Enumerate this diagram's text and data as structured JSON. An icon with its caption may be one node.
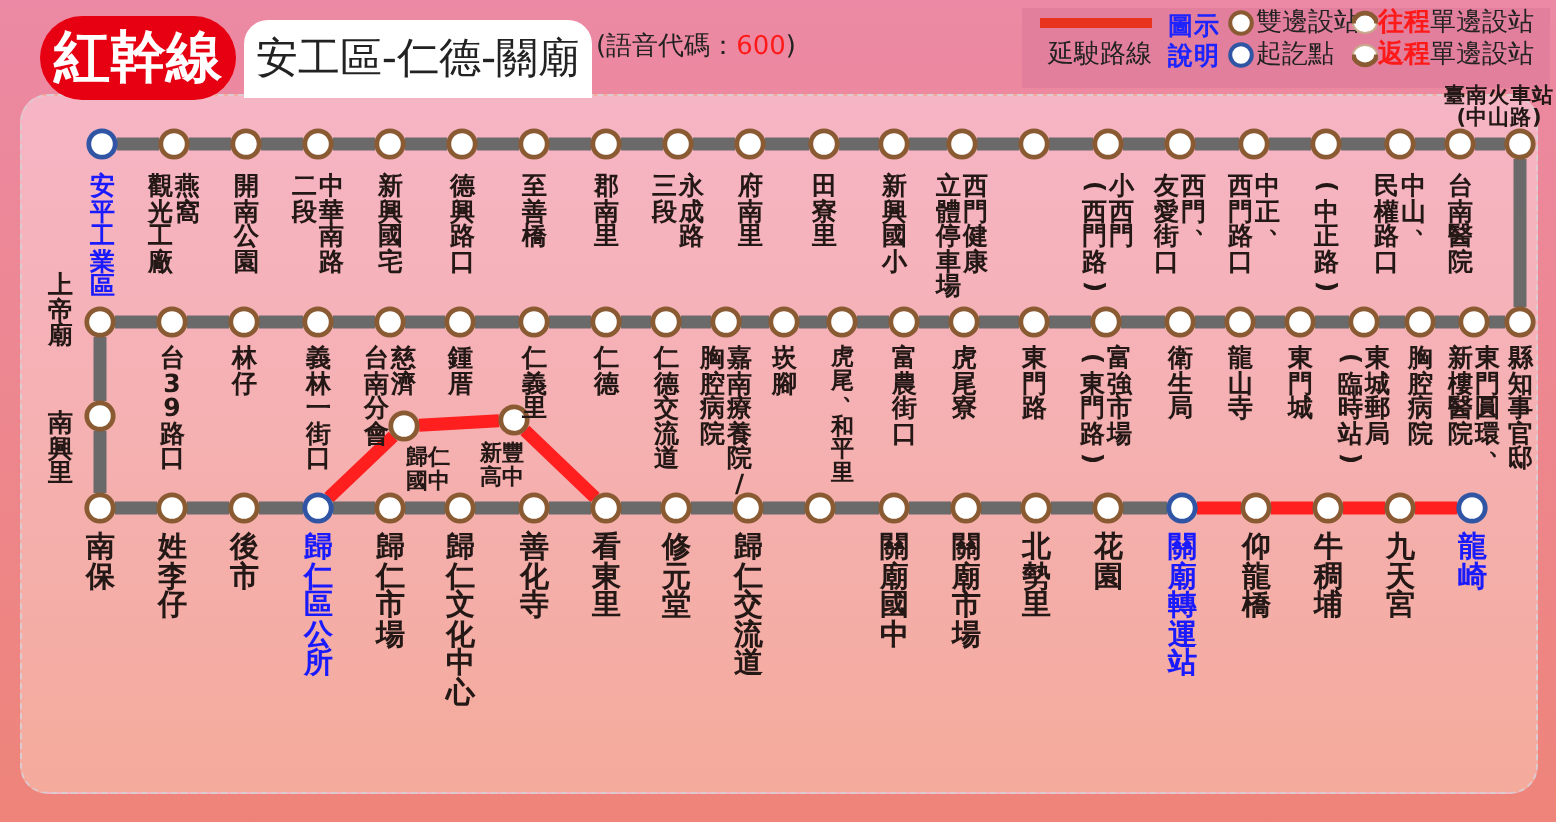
{
  "diagram": {
    "title": "紅幹線",
    "nodes": [
      {
        "text": [],
        "shape": "circle",
        "beside": [
          "安平工業區"
        ]
      },
      {
        "text": [],
        "shape": "circle",
        "beside": [
          "燕窩觀光工廠"
        ]
      },
      {
        "text": [],
        "shape": "circle",
        "beside": [
          "開南公園"
        ]
      },
      {
        "text": [],
        "shape": "circle",
        "beside": [
          "中華南路二段"
        ]
      },
      {
        "text": [],
        "shape": "circle",
        "beside": [
          "新興國宅"
        ]
      },
      {
        "text": [],
        "shape": "circle",
        "beside": [
          "德興路口"
        ]
      },
      {
        "text": [],
        "shape": "circle",
        "beside": [
          "至善橋"
        ]
      },
      {
        "text": [],
        "shape": "circle",
        "beside": [
          "郡南里"
        ]
      },
      {
        "text": [],
        "shape": "circle",
        "beside": [
          "永成路三段"
        ]
      },
      {
        "text": [],
        "shape": "circle",
        "beside": [
          "府南里"
        ]
      },
      {
        "text": [],
        "shape": "circle",
        "beside": [
          "田寮里"
        ]
      },
      {
        "text": [],
        "shape": "circle",
        "beside": [
          "新興國小"
        ]
      },
      {
        "text": [],
        "shape": "circle",
        "beside": [
          "西門健康立體停車場"
        ]
      },
      {
        "text": [],
        "shape": "circle"
      },
      {
        "text": [],
        "shape": "circle",
        "beside": [
          "小西門(西門路)"
        ]
      },
      {
        "text": [],
        "shape": "circle",
        "beside": [
          "西門、友愛街口"
        ]
      },
      {
        "text": [],
        "shape": "circle",
        "beside": [
          "中正、西門路口"
        ]
      },
      {
        "text": [],
        "shape": "circle",
        "beside": [
          "(中正路)"
        ]
      },
      {
        "text": [],
        "shape": "circle",
        "beside": [
          "中山、民權路口"
        ]
      },
      {
        "text": [],
        "shape": "circle",
        "beside": [
          "台南醫院"
        ]
      },
      {
        "text": [],
        "shape": "circle",
        "beside": [
          "臺南火車站(中山路)"
        ]
      },
      {
        "text": [],
        "shape": "circle",
        "beside": [
          "上帝廟"
        ]
      },
      {
        "text": [],
        "shape": "circle",
        "beside": [
          "台39路口"
        ]
      },
      {
        "text": [],
        "shape": "circle",
        "beside": [
          "林仔"
        ]
      },
      {
        "text": [],
        "shape": "circle",
        "beside": [
          "義林一街口"
        ]
      },
      {
        "text": [],
        "shape": "circle",
        "beside": [
          "慈濟台南分會"
        ]
      },
      {
        "text": [],
        "shape": "circle",
        "beside": [
          "鍾厝"
        ]
      },
      {
        "text": [],
        "shape": "circle",
        "beside": [
          "仁義里"
        ]
      },
      {
        "text": [],
        "shape": "circle",
        "beside": [
          "仁德"
        ]
      },
      {
        "text": [],
        "shape": "circle",
        "beside": [
          "仁德交流道"
        ]
      },
      {
        "text": [],
        "shape": "circle",
        "beside": [
          "嘉南療養院/胸腔病院"
        ]
      },
      {
        "text": [],
        "shape": "circle",
        "beside": [
          "崁腳"
        ]
      },
      {
        "text": [],
        "shape": "circle",
        "beside": [
          "虎尾、和平里"
        ]
      },
      {
        "text": [],
        "shape": "circle",
        "beside": [
          "富農街口"
        ]
      },
      {
        "text": [],
        "shape": "circle",
        "beside": [
          "虎尾寮"
        ]
      },
      {
        "text": [],
        "shape": "circle",
        "beside": [
          "東門路"
        ]
      },
      {
        "text": [],
        "shape": "circle",
        "beside": [
          "富強市場(東門路)"
        ]
      },
      {
        "text": [],
        "shape": "circle",
        "beside": [
          "衛生局"
        ]
      },
      {
        "text": [],
        "shape": "circle",
        "beside": [
          "龍山寺"
        ]
      },
      {
        "text": [],
        "shape": "circle",
        "beside": [
          "東門城"
        ]
      },
      {
        "text": [],
        "shape": "circle",
        "beside": [
          "東城郵局(臨時站)"
        ]
      },
      {
        "text": [],
        "shape": "circle",
        "beside": [
          "胸腔病院"
        ]
      },
      {
        "text": [],
        "shape": "circle",
        "beside": [
          "東門圓環、新樓醫院"
        ]
      },
      {
        "text": [],
        "shape": "circle",
        "beside": [
          "縣知事官邸"
        ]
      },
      {
        "text": [],
        "shape": "circle",
        "beside": [
          "南興里"
        ]
      },
      {
        "text": [],
        "shape": "circle",
        "beside": [
          "歸仁國中"
        ]
      },
      {
        "text": [],
        "shape": "circle",
        "beside": [
          "新豐高中"
        ]
      },
      {
        "text": [],
        "shape": "circle",
        "beside": [
          "南保"
        ]
      },
      {
        "text": [],
        "shape": "circle",
        "beside": [
          "姓李仔"
        ]
      },
      {
        "text": [],
        "shape": "circle",
        "beside": [
          "後市"
        ]
      },
      {
        "text": [],
        "shape": "circle",
        "beside": [
          "歸仁區公所"
        ]
      },
      {
        "text": [],
        "shape": "circle",
        "beside": [
          "歸仁市場"
        ]
      },
      {
        "text": [],
        "shape": "circle",
        "beside": [
          "歸仁文化中心"
        ]
      },
      {
        "text": [],
        "shape": "circle",
        "beside": [
          "善化寺"
        ]
      },
      {
        "text": [],
        "shape": "circle",
        "beside": [
          "看東里"
        ]
      },
      {
        "text": [],
        "shape": "circle",
        "beside": [
          "修元堂"
        ]
      },
      {
        "text": [],
        "shape": "circle",
        "beside": [
          "歸仁交流道"
        ]
      },
      {
        "text": [],
        "shape": "circle"
      },
      {
        "text": [],
        "shape": "circle",
        "beside": [
          "關廟國中"
        ]
      },
      {
        "text": [],
        "shape": "circle",
        "beside": [
          "關廟市場"
        ]
      },
      {
        "text": [],
        "shape": "circle",
        "beside": [
          "北勢里"
        ]
      },
      {
        "text": [],
        "shape": "circle",
        "beside": [
          "花園"
        ]
      },
      {
        "text": [],
        "shape": "circle",
        "beside": [
          "關廟轉運站"
        ]
      },
      {
        "text": [],
        "shape": "circle",
        "beside": [
          "仰龍橋"
        ]
      },
      {
        "text": [],
        "shape": "circle",
        "beside": [
          "牛稠埔"
        ]
      },
      {
        "text": [],
        "shape": "circle",
        "beside": [
          "九天宮"
        ]
      },
      {
        "text": [],
        "shape": "circle",
        "beside": [
          "龍崎"
        ]
      }
    ],
    "edges": [
      {
        "from": 0,
        "to": 1,
        "arrow": "none"
      },
      {
        "from": 1,
        "to": 2,
        "arrow": "none"
      },
      {
        "from": 2,
        "to": 3,
        "arrow": "none"
      },
      {
        "from": 3,
        "to": 4,
        "arrow": "none"
      },
      {
        "from": 4,
        "to": 5,
        "arrow": "none"
      },
      {
        "from": 5,
        "to": 6,
        "arrow": "none"
      },
      {
        "from": 6,
        "to": 7,
        "arrow": "none"
      },
      {
        "from": 7,
        "to": 8,
        "arrow": "none"
      },
      {
        "from": 8,
        "to": 9,
        "arrow": "none"
      },
      {
        "from": 9,
        "to": 10,
        "arrow": "none"
      },
      {
        "from": 10,
        "to": 11,
        "arrow": "none"
      },
      {
        "from": 11,
        "to": 12,
        "arrow": "none"
      },
      {
        "from": 12,
        "to": 13,
        "arrow": "none"
      },
      {
        "from": 13,
        "to": 14,
        "arrow": "none"
      },
      {
        "from": 14,
        "to": 15,
        "arrow": "none"
      },
      {
        "from": 15,
        "to": 16,
        "arrow": "none"
      },
      {
        "from": 16,
        "to": 17,
        "arrow": "none"
      },
      {
        "from": 17,
        "to": 18,
        "arrow": "none"
      },
      {
        "from": 18,
        "to": 19,
        "arrow": "none"
      },
      {
        "from": 19,
        "to": 20,
        "arrow": "none"
      },
      {
        "from": 20,
        "to": 43,
        "arrow": "none"
      },
      {
        "from": 21,
        "to": 22,
        "arrow": "none"
      },
      {
        "from": 22,
        "to": 23,
        "arrow": "none"
      },
      {
        "from": 23,
        "to": 24,
        "arrow": "none"
      },
      {
        "from": 24,
        "to": 25,
        "arrow": "none"
      },
      {
        "from": 25,
        "to": 26,
        "arrow": "none"
      },
      {
        "from": 26,
        "to": 27,
        "arrow": "none"
      },
      {
        "from": 27,
        "to": 28,
        "arrow": "none"
      },
      {
        "from": 28,
        "to": 29,
        "arrow": "none"
      },
      {
        "from": 29,
        "to": 30,
        "arrow": "none"
      },
      {
        "from": 30,
        "to": 31,
        "arrow": "none"
      },
      {
        "from": 31,
        "to": 32,
        "arrow": "none"
      },
      {
        "from": 32,
        "to": 33,
        "arrow": "none"
      },
      {
        "from": 33,
        "to": 34,
        "arrow": "none"
      },
      {
        "from": 34,
        "to": 35,
        "arrow": "none"
      },
      {
        "from": 35,
        "to": 36,
        "arrow": "none"
      },
      {
        "from": 36,
        "to": 37,
        "arrow": "none"
      },
      {
        "from": 37,
        "to": 38,
        "arrow": "none"
      },
      {
        "from": 38,
        "to": 39,
        "arrow": "none"
      },
      {
        "from": 39,
        "to": 40,
        "arrow": "none"
      },
      {
        "from": 40,
        "to": 41,
        "arrow": "none"
      },
      {
        "from": 41,
        "to": 42,
        "arrow": "none"
      },
      {
        "from": 42,
        "to": 43,
        "arrow": "none"
      },
      {
        "from": 21,
        "to": 44,
        "arrow": "none"
      },
      {
        "from": 44,
        "to": 47,
        "arrow": "none"
      },
      {
        "from": 50,
        "to": 45,
        "arrow": "none",
        "color": "#ff1f1f"
      },
      {
        "from": 45,
        "to": 46,
        "arrow": "none",
        "color": "#ff1f1f"
      },
      {
        "from": 46,
        "to": 54,
        "arrow": "none",
        "color": "#ff1f1f"
      },
      {
        "from": 47,
        "to": 48,
        "arrow": "none"
      },
      {
        "from": 48,
        "to": 49,
        "arrow": "none"
      },
      {
        "from": 49,
        "to": 50,
        "arrow": "none"
      },
      {
        "from": 50,
        "to": 51,
        "arrow": "none"
      },
      {
        "from": 51,
        "to": 52,
        "arrow": "none"
      },
      {
        "from": 52,
        "to": 53,
        "arrow": "none"
      },
      {
        "from": 53,
        "to": 54,
        "arrow": "none"
      },
      {
        "from": 54,
        "to": 55,
        "arrow": "none"
      },
      {
        "from": 55,
        "to": 56,
        "arrow": "none"
      },
      {
        "from": 56,
        "to": 57,
        "arrow": "none"
      },
      {
        "from": 57,
        "to": 58,
        "arrow": "none"
      },
      {
        "from": 58,
        "to": 59,
        "arrow": "none"
      },
      {
        "from": 59,
        "to": 60,
        "arrow": "none"
      },
      {
        "from": 60,
        "to": 61,
        "arrow": "none"
      },
      {
        "from": 61,
        "to": 62,
        "arrow": "none"
      },
      {
        "from": 62,
        "to": 63,
        "arrow": "none",
        "color": "#ff1f1f"
      },
      {
        "from": 63,
        "to": 64,
        "arrow": "none",
        "color": "#ff1f1f"
      },
      {
        "from": 64,
        "to": 65,
        "arrow": "none",
        "color": "#ff1f1f"
      },
      {
        "from": 65,
        "to": 66,
        "arrow": "none",
        "color": "#ff1f1f"
      }
    ],
    "labels": [
      "安工區-仁德-關廟",
      "(語音代碼：600)",
      "圖示說明"
    ],
    "legend": [
      {
        "text": "延駛路線"
      },
      {
        "text": "雙邊設站"
      },
      {
        "text": "**往程**單邊設站"
      },
      {
        "text": "起訖點"
      },
      {
        "text": "**返程**單邊設站"
      }
    ]
  }
}
